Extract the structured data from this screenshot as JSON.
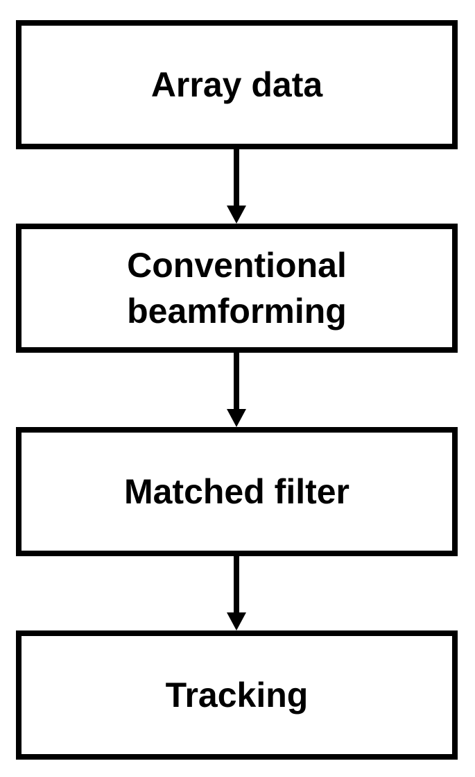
{
  "flowchart": {
    "steps": [
      {
        "label": "Array data"
      },
      {
        "label": "Conventional beamforming"
      },
      {
        "label": "Matched filter"
      },
      {
        "label": "Tracking"
      }
    ],
    "colors": {
      "stroke": "#000000",
      "background": "#ffffff",
      "text": "#000000"
    }
  }
}
